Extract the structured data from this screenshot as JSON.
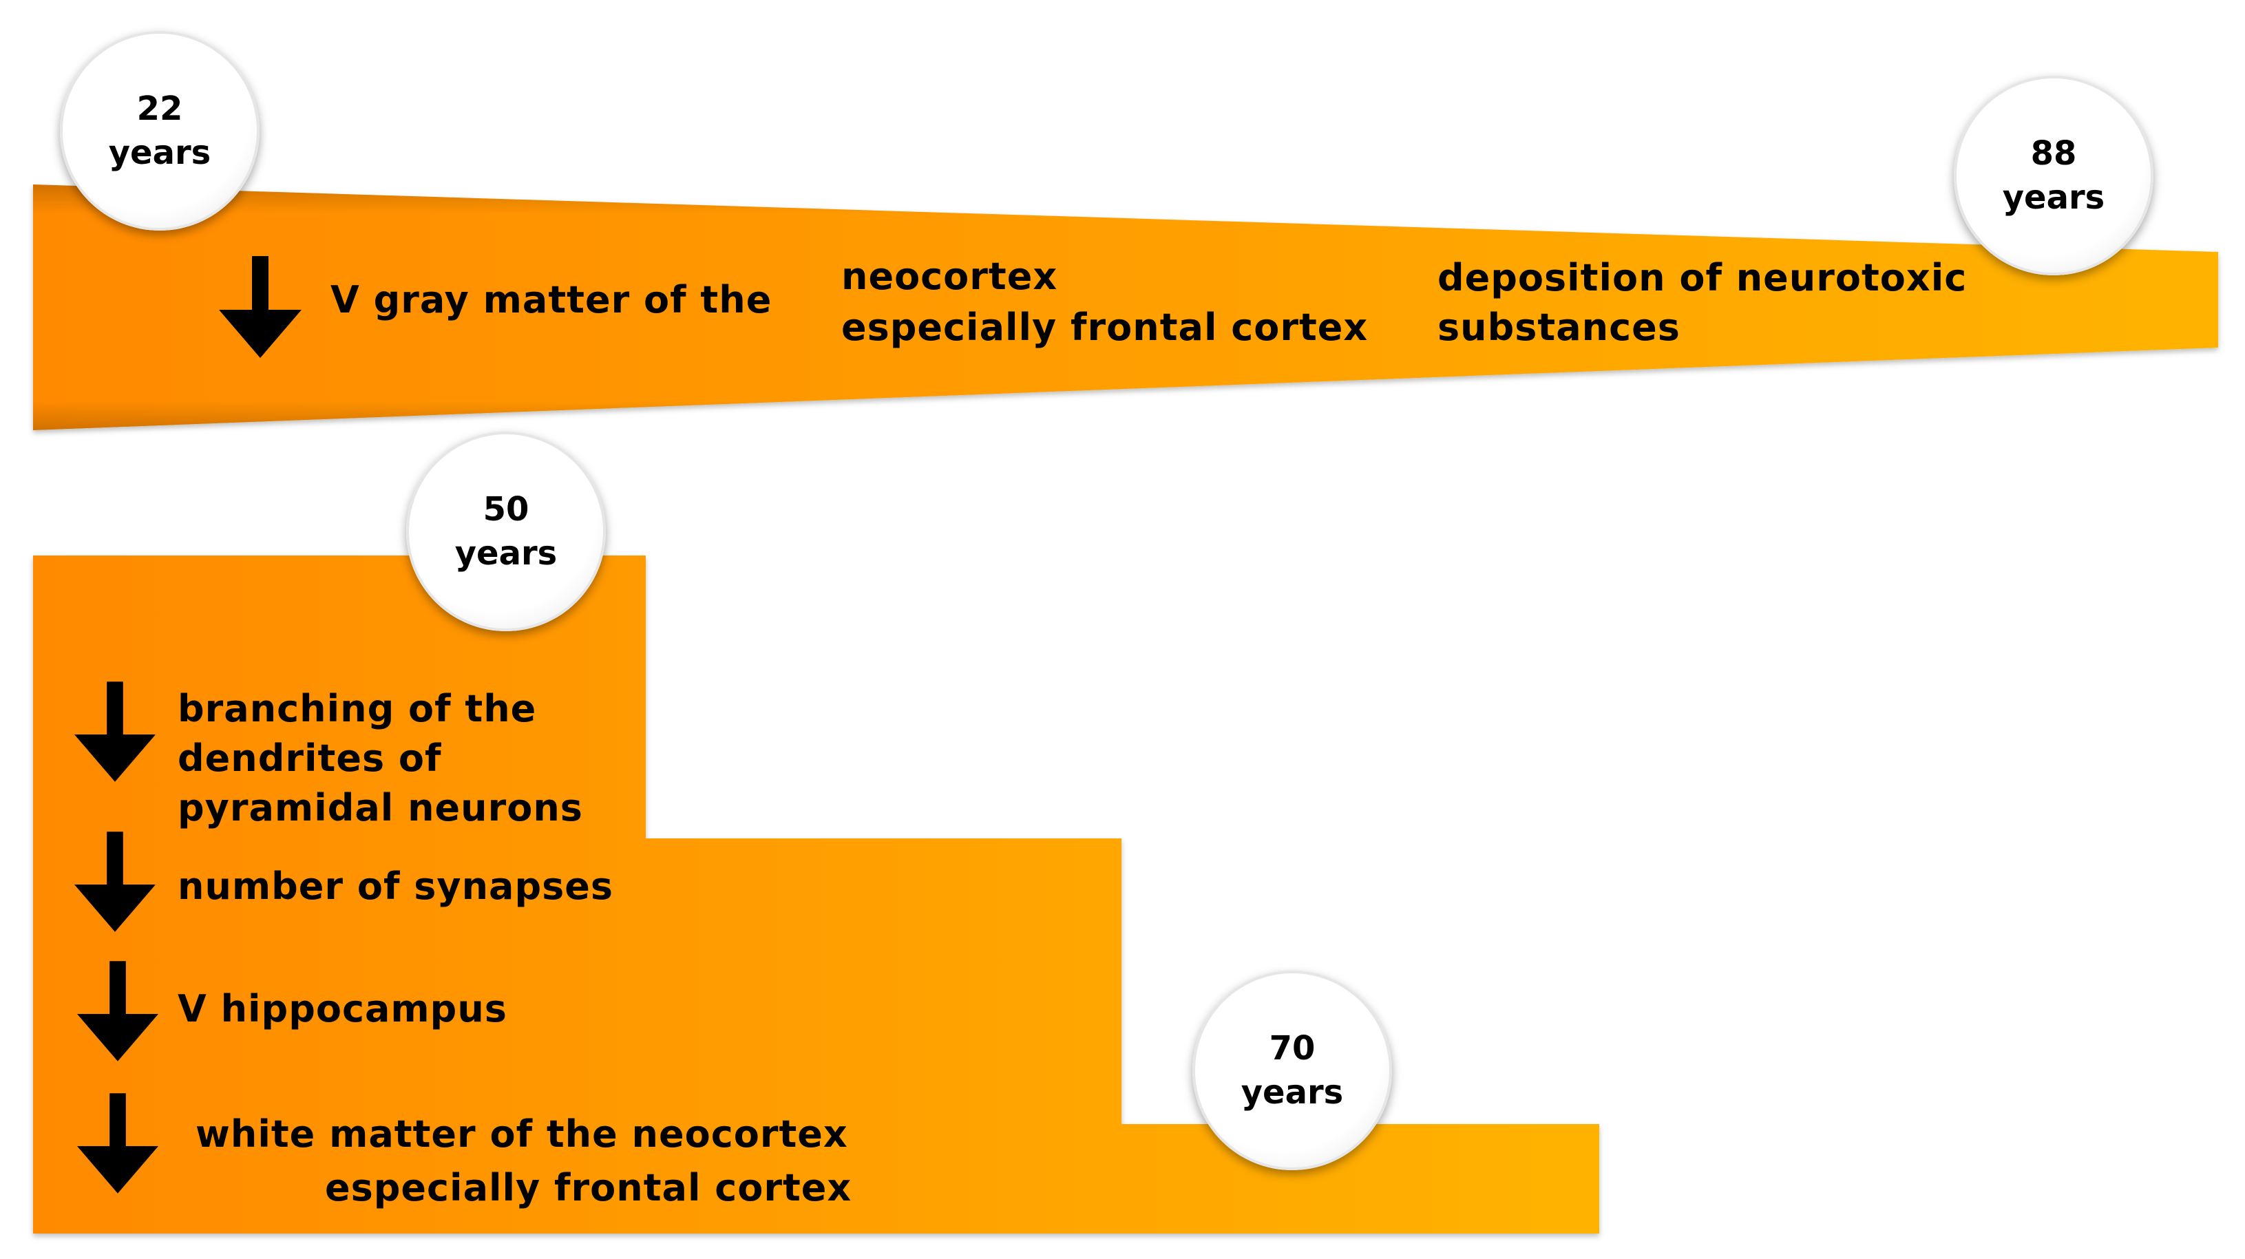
{
  "colors": {
    "band_dark": "#ff8a00",
    "band_light": "#ffb300",
    "badge_fill": "#ffffff",
    "text": "#000000"
  },
  "milestones": [
    {
      "id": "age-22",
      "value": "22",
      "unit": "years"
    },
    {
      "id": "age-50",
      "value": "50",
      "unit": "years"
    },
    {
      "id": "age-70",
      "value": "70",
      "unit": "years"
    },
    {
      "id": "age-88",
      "value": "88",
      "unit": "years"
    }
  ],
  "top_band": {
    "item1": "V gray matter of the",
    "item2_line1": "neocortex",
    "item2_line2": "especially frontal cortex",
    "item3_line1": "deposition of neurotoxic",
    "item3_line2": "substances"
  },
  "lower_block": {
    "item1_line1": "branching of the",
    "item1_line2": "dendrites of",
    "item1_line3": "pyramidal neurons",
    "item2": "number of synapses",
    "item3": "V hippocampus",
    "item4_line1": "white matter of the neocortex",
    "item4_line2": "especially frontal cortex"
  },
  "icons": {
    "decrease_arrow": "down-arrow-icon"
  }
}
